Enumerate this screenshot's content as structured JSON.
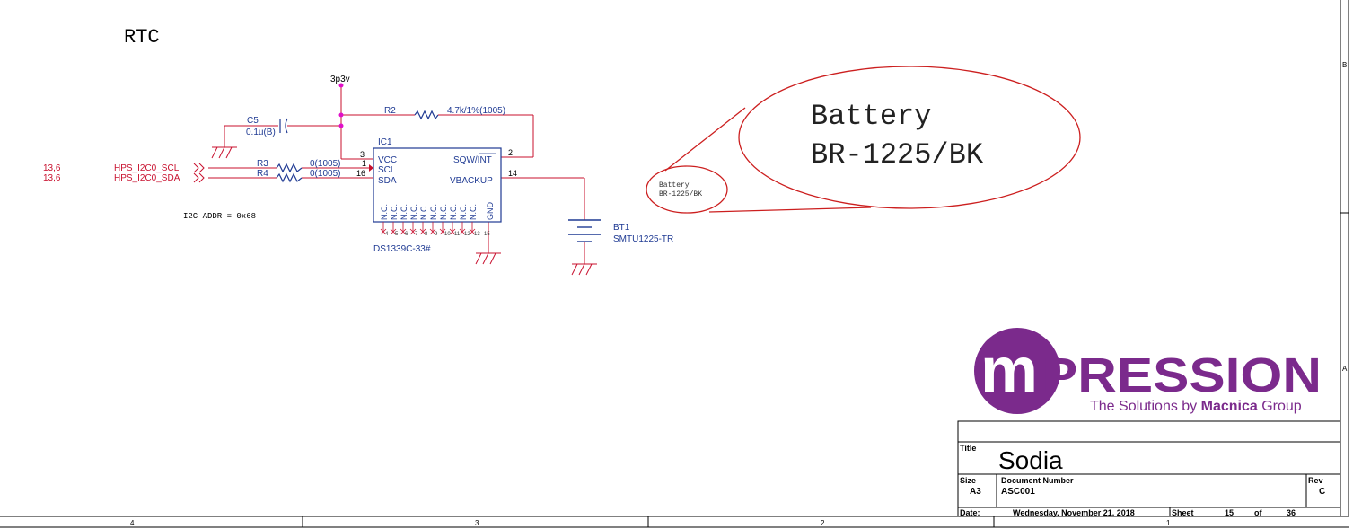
{
  "sheet": {
    "title": "RTC",
    "power_net": "3p3v",
    "note": "I2C ADDR = 0x68"
  },
  "capacitor": {
    "ref": "C5",
    "value": "0.1u(B)"
  },
  "resistors": [
    {
      "ref": "R2",
      "value": "4.7k/1%(1005)"
    },
    {
      "ref": "R3",
      "value": "0(1005)"
    },
    {
      "ref": "R4",
      "value": "0(1005)"
    }
  ],
  "offpage": [
    {
      "sheets": "13,6",
      "net": "HPS_I2C0_SCL"
    },
    {
      "sheets": "13,6",
      "net": "HPS_I2C0_SDA"
    }
  ],
  "ic": {
    "ref": "IC1",
    "part": "DS1339C-33#",
    "pins_left": [
      {
        "num": "3",
        "name": "VCC"
      },
      {
        "num": "1",
        "name": "SCL"
      },
      {
        "num": "16",
        "name": "SDA"
      }
    ],
    "pins_right": [
      {
        "num": "2",
        "name": "SQW/INT"
      },
      {
        "num": "14",
        "name": "VBACKUP"
      }
    ],
    "nc_pins": [
      "N.C.",
      "N.C.",
      "N.C.",
      "N.C.",
      "N.C.",
      "N.C.",
      "N.C.",
      "N.C.",
      "N.C.",
      "N.C."
    ],
    "gnd_label": "GND",
    "bottom_nums": [
      "4",
      "5",
      "6",
      "7",
      "8",
      "9",
      "10",
      "11",
      "12",
      "13",
      "15"
    ]
  },
  "battery": {
    "ref": "BT1",
    "part": "SMTU1225-TR",
    "note_small_1": "Battery",
    "note_small_2": "BR-1225/BK",
    "note_big_1": "Battery",
    "note_big_2": "BR-1225/BK"
  },
  "logo": {
    "word_m": "m",
    "word_rest": "PRESSION",
    "tagline_pre": "The Solutions by ",
    "tagline_bold": "Macnica",
    "tagline_post": " Group",
    "color": "#7b2a8c"
  },
  "title_block": {
    "title_label": "Title",
    "title_value": "Sodia",
    "size_label": "Size",
    "size_value": "A3",
    "docnum_label": "Document Number",
    "docnum_value": "ASC001",
    "rev_label": "Rev",
    "rev_value": "C",
    "date_label": "Date:",
    "date_value": "Wednesday, November 21, 2018",
    "sheet_label": "Sheet",
    "sheet_value": "15",
    "of_label": "of",
    "of_value": "36"
  },
  "border": {
    "columns": [
      "4",
      "3",
      "2",
      "1"
    ],
    "rows": [
      "B",
      "A"
    ]
  },
  "colors": {
    "wire": "#c8102e",
    "symbol": "#1f3a93",
    "junction": "#e010c8",
    "annotation": "#cc1f1f"
  }
}
